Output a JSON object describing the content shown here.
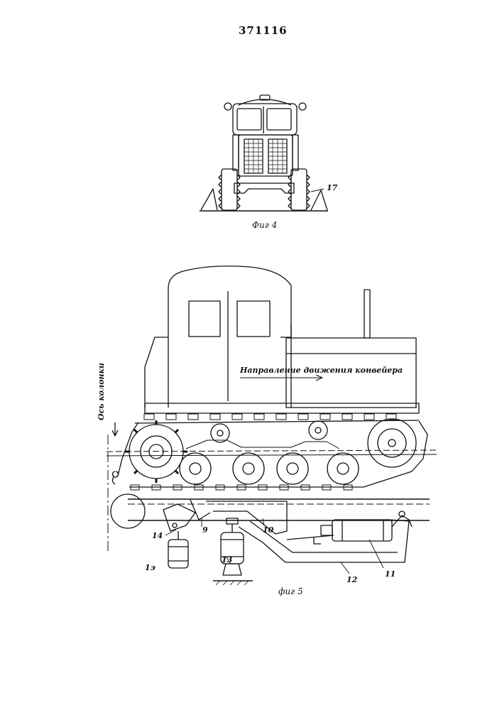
{
  "page_number": "371116",
  "figure4": {
    "caption": "Фиг 4",
    "callout": "17"
  },
  "figure5": {
    "caption": "фиг 5",
    "axis_label": "Ось колонки",
    "direction_label": "Направление движения конвейера",
    "callouts": [
      "9",
      "10",
      "11",
      "12",
      "13",
      "14",
      "1э"
    ]
  }
}
